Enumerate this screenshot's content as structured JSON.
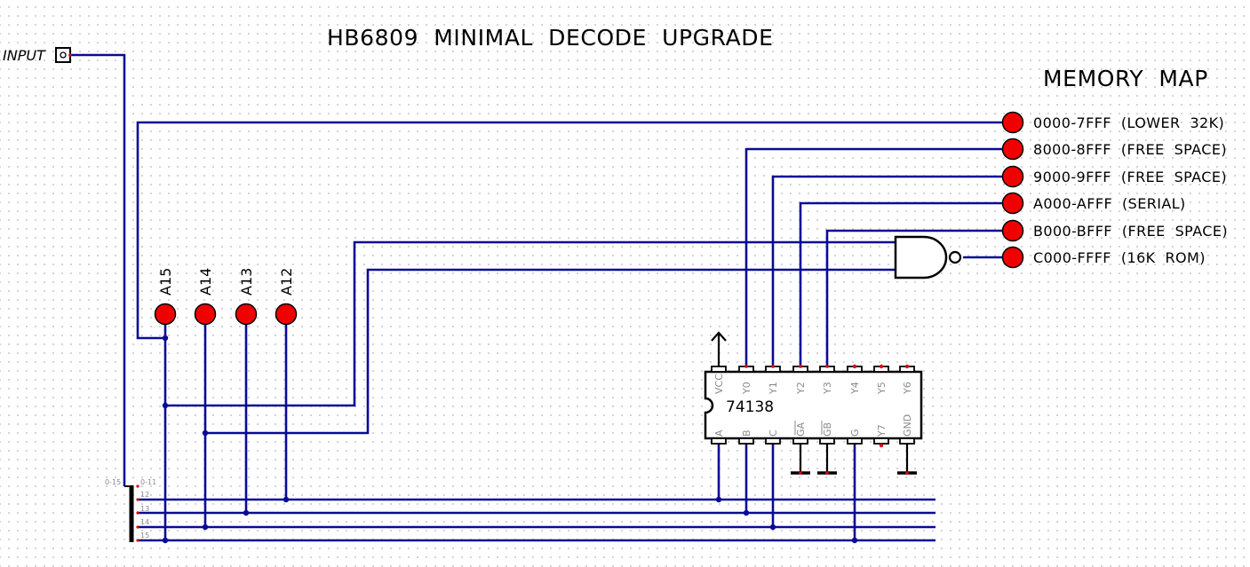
{
  "title": "HB6809  MINIMAL  DECODE  UPGRADE",
  "memory_map": {
    "title": "MEMORY  MAP",
    "outputs": [
      {
        "label": "0000-7FFF  (LOWER  32K)"
      },
      {
        "label": "8000-8FFF  (FREE  SPACE)"
      },
      {
        "label": "9000-9FFF  (FREE  SPACE)"
      },
      {
        "label": "A000-AFFF  (SERIAL)"
      },
      {
        "label": "B000-BFFF  (FREE  SPACE)"
      },
      {
        "label": "C000-FFFF  (16K  ROM)"
      }
    ]
  },
  "input": {
    "label": "INPUT"
  },
  "probes": [
    {
      "label": "A15"
    },
    {
      "label": "A14"
    },
    {
      "label": "A13"
    },
    {
      "label": "A12"
    }
  ],
  "chip": {
    "name": "74138",
    "top_pins": [
      "VCC",
      "Y0",
      "Y1",
      "Y2",
      "Y3",
      "Y4",
      "Y5",
      "Y6"
    ],
    "bottom_pins": [
      "A",
      "B",
      "C",
      "GA",
      "GB",
      "G",
      "Y7",
      "GND"
    ]
  },
  "splitter": {
    "in_label": "0-15",
    "labels": [
      "0-11",
      "12",
      "13",
      "14",
      "15"
    ]
  },
  "colors": {
    "wire": "#0a0a96",
    "led": "#f10000",
    "pin_text": "#8a8a8a"
  }
}
